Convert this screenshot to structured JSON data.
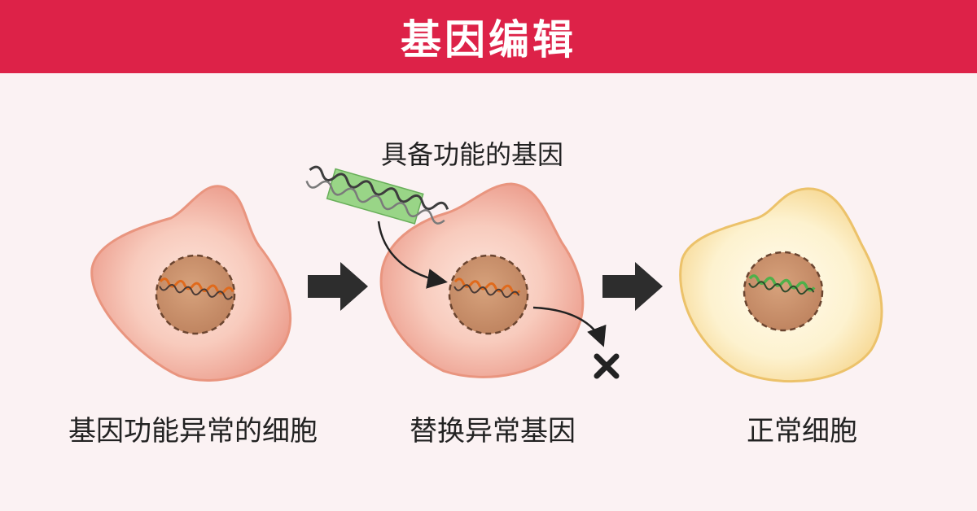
{
  "header": {
    "title": "基因编辑"
  },
  "labels": {
    "functional_gene": "具备功能的基因",
    "abnormal_cell": "基因功能异常的细胞",
    "replace_gene": "替换异常基因",
    "normal_cell": "正常细胞"
  },
  "icons": {
    "step_arrow": "right-arrow-icon",
    "discard": "cross-icon"
  },
  "colors": {
    "header_bg": "#dd2248",
    "abnormal_cell": "#f4b8a8",
    "normal_cell": "#fdf0c8",
    "nucleus": "#c98f69",
    "abnormal_gene": "#e06a1c",
    "functional_gene": "#7fcf6a"
  }
}
